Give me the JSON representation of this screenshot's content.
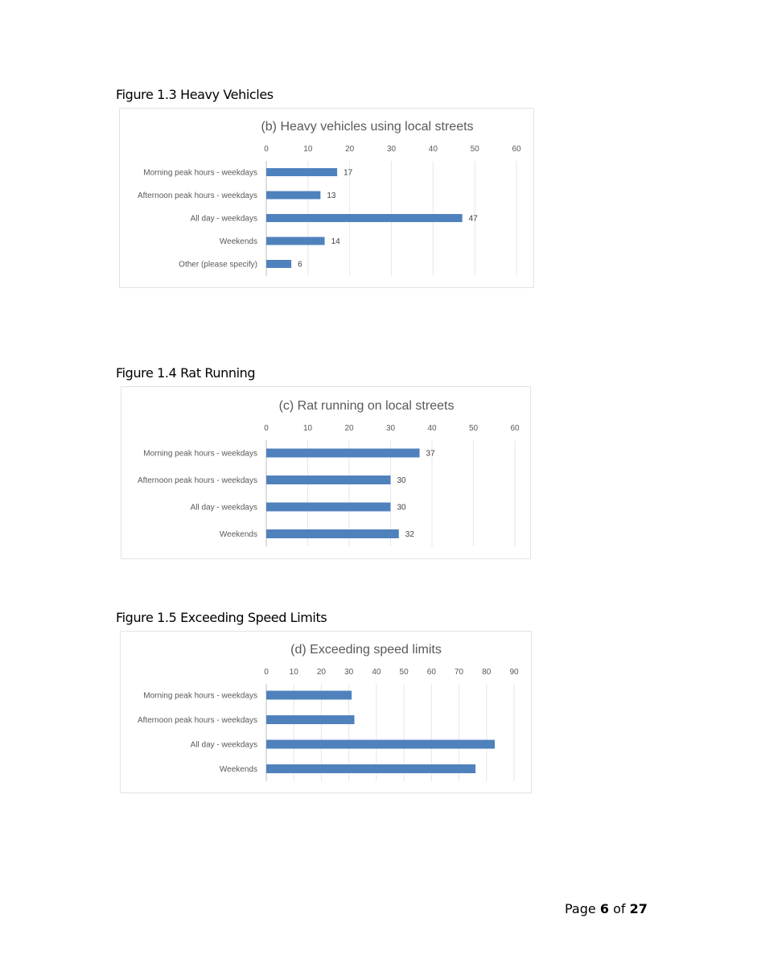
{
  "figures": [
    {
      "heading": "Figure 1.3 Heavy Vehicles"
    },
    {
      "heading": "Figure 1.4 Rat Running"
    },
    {
      "heading": "Figure 1.5 Exceeding Speed Limits"
    }
  ],
  "chart_data": [
    {
      "type": "bar",
      "orientation": "horizontal",
      "title": "(b) Heavy vehicles using local streets",
      "categories": [
        "Morning peak hours - weekdays",
        "Afternoon peak hours - weekdays",
        "All day - weekdays",
        "Weekends",
        "Other (please specify)"
      ],
      "values": [
        17,
        13,
        47,
        14,
        6
      ],
      "xlim": [
        0,
        60
      ],
      "ticks": [
        0,
        10,
        20,
        30,
        40,
        50,
        60
      ],
      "data_labels": true,
      "grid": true,
      "axis_position": "top",
      "bar_color": "#4f81bd"
    },
    {
      "type": "bar",
      "orientation": "horizontal",
      "title": "(c) Rat running on local streets",
      "categories": [
        "Morning peak hours - weekdays",
        "Afternoon peak hours - weekdays",
        "All day - weekdays",
        "Weekends"
      ],
      "values": [
        37,
        30,
        30,
        32
      ],
      "xlim": [
        0,
        60
      ],
      "ticks": [
        0,
        10,
        20,
        30,
        40,
        50,
        60
      ],
      "data_labels": true,
      "grid": true,
      "axis_position": "top",
      "bar_color": "#4f81bd"
    },
    {
      "type": "bar",
      "orientation": "horizontal",
      "title": "(d) Exceeding speed limits",
      "categories": [
        "Morning peak hours - weekdays",
        "Afternoon peak hours - weekdays",
        "All day - weekdays",
        "Weekends"
      ],
      "values": [
        31,
        32,
        83,
        76
      ],
      "xlim": [
        0,
        90
      ],
      "ticks": [
        0,
        10,
        20,
        30,
        40,
        50,
        60,
        70,
        80,
        90
      ],
      "data_labels": false,
      "grid": true,
      "axis_position": "top",
      "bar_color": "#4f81bd"
    }
  ],
  "footer": {
    "page_prefix": "Page",
    "page_current": "6",
    "page_of": "of",
    "page_total": "27"
  }
}
